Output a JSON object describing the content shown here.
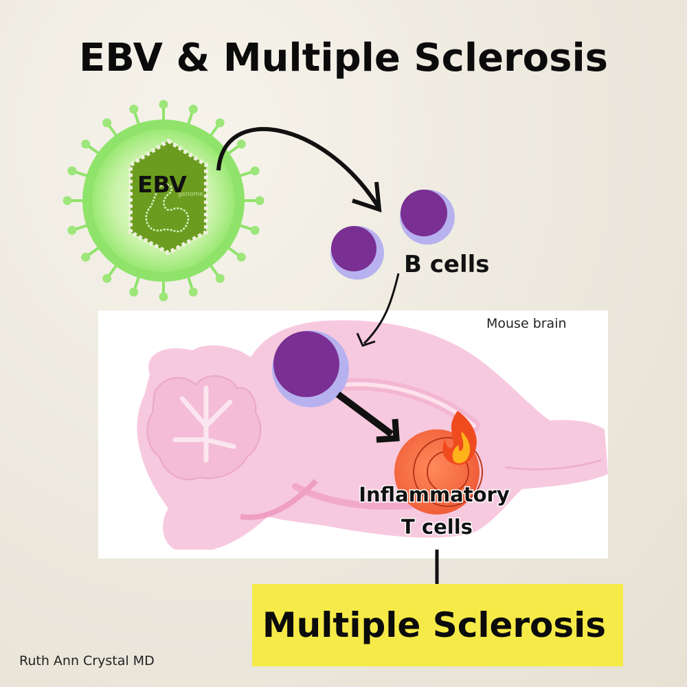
{
  "title": "EBV & Multiple Sclerosis",
  "virus": {
    "label": "EBV",
    "genome_label": "genome",
    "color_shell": "#8fe36a",
    "color_core": "#6a9a1e"
  },
  "b_cells": {
    "label": "B cells",
    "color": "#7a2f93",
    "membrane": "#b7b2ef"
  },
  "brain": {
    "label": "Mouse brain",
    "color": "#f7c9df"
  },
  "t_cells": {
    "line1": "Inflammatory",
    "line2": "T cells",
    "color": "#f26a44"
  },
  "outcome": {
    "label": "Multiple Sclerosis",
    "box_color": "#f6ea48"
  },
  "credit": "Ruth Ann Crystal MD"
}
